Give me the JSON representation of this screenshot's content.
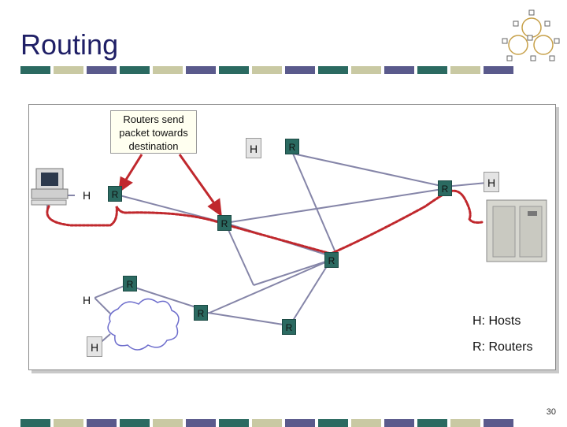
{
  "slide": {
    "title": "Routing",
    "page_number": "30"
  },
  "callout": {
    "text": "Routers send packet towards destination"
  },
  "legend": {
    "hosts": "H: Hosts",
    "routers": "R: Routers"
  },
  "labels": {
    "host": "H",
    "router": "R"
  },
  "colors": {
    "title": "#1f1f66",
    "router_fill": "#2b6a61",
    "path": "#c0282d",
    "link": "#8585a8",
    "stripe": [
      "#2b6a61",
      "#c9c9a3",
      "#5a5a8c"
    ]
  }
}
